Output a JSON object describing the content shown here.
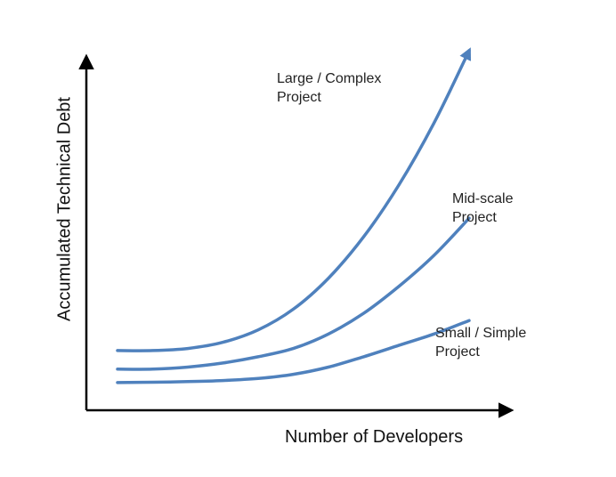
{
  "chart_data": {
    "type": "line",
    "xlabel": "Number of Developers",
    "ylabel": "Accumulated Technical Debt",
    "xlim": [
      0,
      10
    ],
    "ylim": [
      0,
      10
    ],
    "grid": false,
    "legend": "none",
    "x": [
      0,
      1,
      2,
      3,
      4,
      5,
      6,
      7,
      8,
      9,
      10
    ],
    "series": [
      {
        "name": "Large / Complex Project",
        "line1": "Large / Complex",
        "line2": "Project",
        "values": [
          2.5,
          2.5,
          2.6,
          2.9,
          3.5,
          4.5,
          6.0,
          8.0,
          10.5,
          13.5,
          17.0
        ],
        "arrow": true
      },
      {
        "name": "Mid-scale Project",
        "line1": "Mid-scale",
        "line2": "Project",
        "values": [
          1.6,
          1.6,
          1.7,
          1.9,
          2.2,
          2.6,
          3.3,
          4.3,
          5.6,
          7.1,
          8.9
        ],
        "arrow": false
      },
      {
        "name": "Small / Simple Project",
        "line1": "Small / Simple",
        "line2": "Project",
        "values": [
          0.95,
          0.97,
          1.0,
          1.05,
          1.15,
          1.35,
          1.7,
          2.2,
          2.75,
          3.3,
          3.95
        ],
        "arrow": false
      }
    ],
    "colors": {
      "curve": "#4F81BD",
      "axis": "#000000"
    }
  }
}
